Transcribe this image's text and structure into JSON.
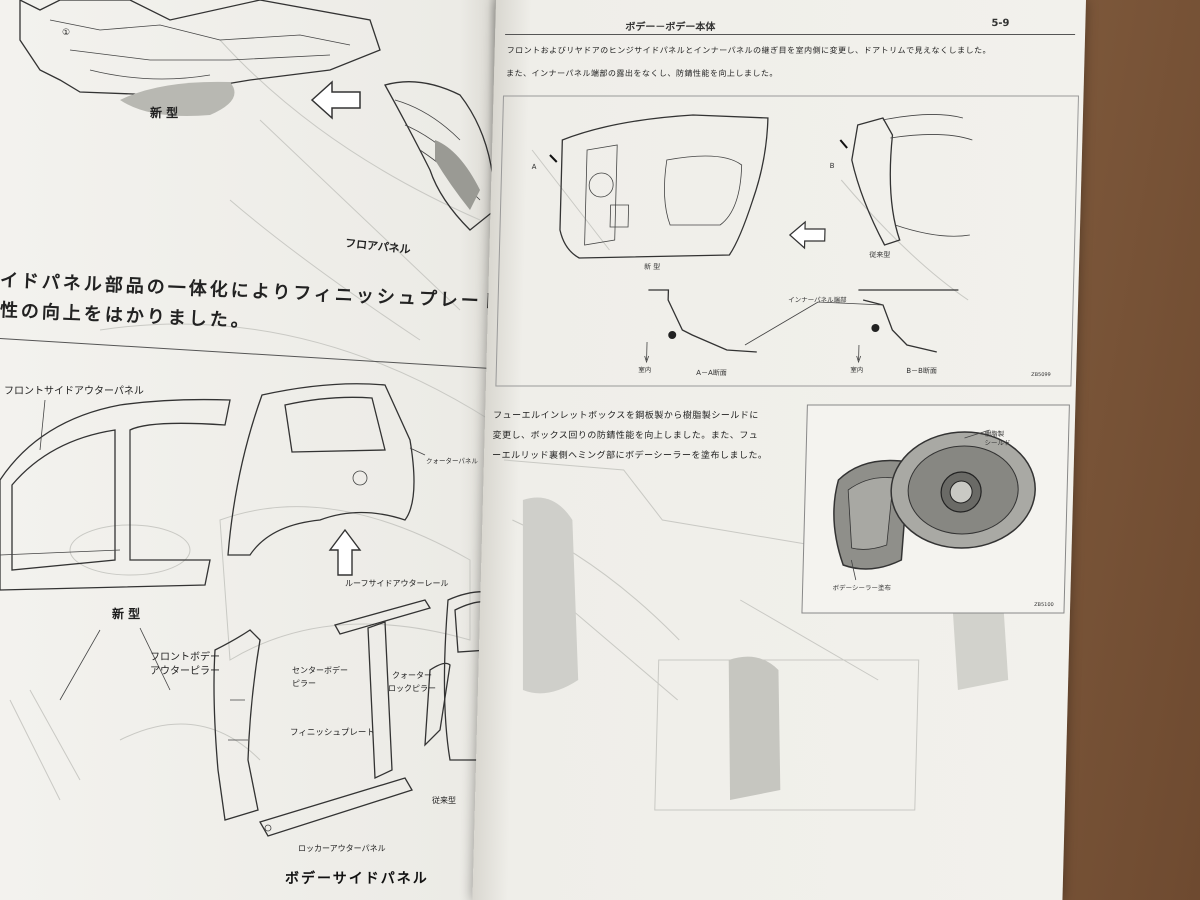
{
  "left_page": {
    "diagram_top": {
      "label_new": "新 型",
      "label_floor": "フロアパネル",
      "circle_mark": "①"
    },
    "paragraph": {
      "line1": "イドパネル部品の一体化によりフィニッシュプレートを削除することができました。",
      "line2": "性の向上をはかりました。"
    },
    "diagram_body": {
      "front_side_outer": "フロントサイドアウターパネル",
      "quarter_panel": "クォーターパネル",
      "new_model": "新 型",
      "roof_side_rail": "ルーフサイドアウターレール",
      "front_pillar_1": "フロントボデー",
      "front_pillar_2": "アウターピラー",
      "center_pillar_1": "センターボデー",
      "center_pillar_2": "ピラー",
      "quarter_lock_1": "クォーター",
      "quarter_lock_2": "ロックピラー",
      "finish_plate": "フィニッシュプレート",
      "old_model": "従来型",
      "rocker_panel": "ロッカーアウターパネル",
      "caption": "ボデーサイドパネル"
    }
  },
  "right_page": {
    "header_title": "ボデー－ボデー本体",
    "page_number": "5-9",
    "intro_line1": "フロントおよびリヤドアのヒンジサイドパネルとインナーパネルの継ぎ目を室内側に変更し、ドアトリムで見えなくしました。",
    "intro_line2": "また、インナーパネル端部の露出をなくし、防錆性能を向上しました。",
    "door_diagram": {
      "mark_a": "A",
      "mark_b": "B",
      "new_model": "新 型",
      "old_model": "従来型",
      "inner_panel_end": "インナーパネル端部",
      "inside_left": "室内",
      "inside_right": "室内",
      "section_aa": "A－A断面",
      "section_bb": "B－B断面",
      "code": "ZB5099"
    },
    "fuel_paragraph": {
      "line1": "フューエルインレットボックスを鋼板製から樹脂製シールドに",
      "line2": "変更し、ボックス回りの防錆性能を向上しました。また、フュ",
      "line3": "ーエルリッド裏側ヘミング部にボデーシーラーを塗布しました。"
    },
    "fuel_diagram": {
      "resin_shield_1": "樹脂製",
      "resin_shield_2": "シールド",
      "body_sealer": "ボデーシーラー塗布",
      "code": "ZB5100"
    }
  },
  "colors": {
    "paper": "#f1f0eb",
    "ink": "#1d1d1d",
    "table": "#6b4a33"
  }
}
